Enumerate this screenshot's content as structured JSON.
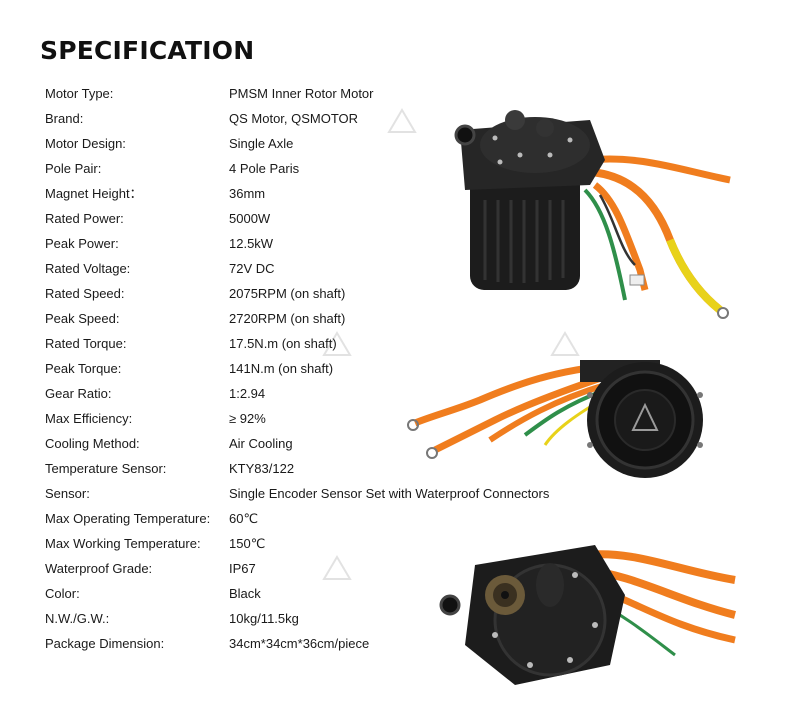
{
  "title": "SPECIFICATION",
  "specs": [
    {
      "label": "Motor Type:",
      "value": "PMSM Inner Rotor Motor"
    },
    {
      "label": "Brand:",
      "value": "QS Motor, QSMOTOR"
    },
    {
      "label": "Motor Design:",
      "value": "Single Axle"
    },
    {
      "label": "Pole Pair:",
      "value": "4 Pole Paris"
    },
    {
      "label": "Magnet Height：",
      "value": "36mm"
    },
    {
      "label": "Rated Power:",
      "value": "5000W"
    },
    {
      "label": "Peak Power:",
      "value": "12.5kW"
    },
    {
      "label": "Rated Voltage:",
      "value": "72V DC"
    },
    {
      "label": "Rated Speed:",
      "value": "2075RPM (on shaft)"
    },
    {
      "label": "Peak Speed:",
      "value": "2720RPM (on shaft)"
    },
    {
      "label": "Rated Torque:",
      "value": "17.5N.m (on shaft)"
    },
    {
      "label": "Peak Torque:",
      "value": "141N.m (on shaft)"
    },
    {
      "label": "Gear Ratio:",
      "value": "1:2.94"
    },
    {
      "label": "Max Efficiency:",
      "value": "≥ 92%"
    },
    {
      "label": "Cooling Method:",
      "value": "Air Cooling"
    },
    {
      "label": "Temperature Sensor:",
      "value": "KTY83/122"
    },
    {
      "label": "Sensor:",
      "value": "Single Encoder Sensor Set with Waterproof Connectors"
    },
    {
      "label": "Max Operating Temperature:",
      "value": "60℃"
    },
    {
      "label": "Max Working Temperature:",
      "value": "150℃"
    },
    {
      "label": "Waterproof Grade:",
      "value": "IP67"
    },
    {
      "label": "Color:",
      "value": "Black"
    },
    {
      "label": "N.W./G.W.:",
      "value": "10kg/11.5kg"
    },
    {
      "label": "Package Dimension:",
      "value": "34cm*34cm*36cm/piece"
    }
  ],
  "colors": {
    "text": "#1a1a1a",
    "motor_body": "#1c1c1c",
    "cable_orange": "#f07d1e",
    "cable_yellow": "#e8d21a",
    "cable_green": "#2f8f4a"
  },
  "photos": [
    "motor-photo-side",
    "motor-photo-rear",
    "motor-photo-sprocket"
  ]
}
